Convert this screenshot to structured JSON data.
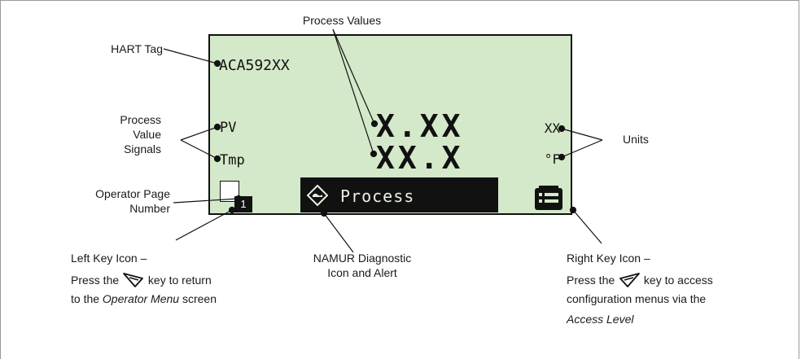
{
  "display": {
    "hart_tag": "ACA592XX",
    "pv_label": "PV",
    "tmp_label": "Tmp",
    "pv_value": "X.XX",
    "tmp_value": "XX.X",
    "pv_unit": "XX",
    "tmp_unit": "°F",
    "page_number": "1",
    "alert_text": "Process"
  },
  "callouts": {
    "process_values": "Process Values",
    "hart_tag": "HART Tag",
    "process_value_signals": [
      "Process",
      "Value",
      "Signals"
    ],
    "units": "Units",
    "operator_page_number": [
      "Operator Page",
      "Number"
    ],
    "left_key": {
      "line1": "Left Key Icon –",
      "line2_pre": "Press the",
      "line2_post": "key to return",
      "line3_pre": "to the",
      "line3_italic": "Operator Menu",
      "line3_post": "screen"
    },
    "namur": [
      "NAMUR Diagnostic",
      "Icon and Alert"
    ],
    "right_key": {
      "line1": "Right Key Icon –",
      "line2_pre": "Press the",
      "line2_post": "key to access",
      "line3": "configuration menus via the",
      "line4_italic": "Access Level"
    }
  }
}
